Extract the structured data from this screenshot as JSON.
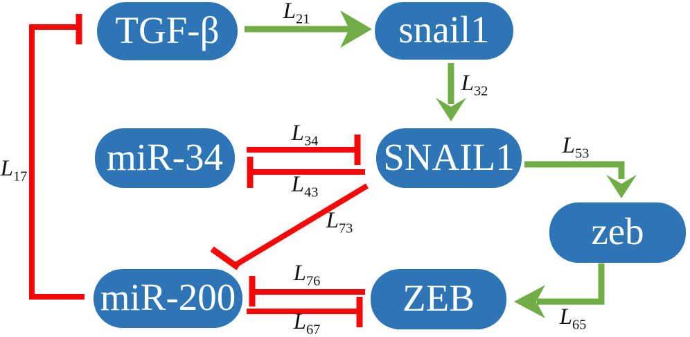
{
  "colors": {
    "background": "#FFFFFF",
    "node_fill": "#2E75B6",
    "node_text": "#FFFFFF",
    "activation": "#70AD47",
    "inhibition": "#F40808",
    "label_text": "#141414"
  },
  "nodes": [
    {
      "id": "TGF-b",
      "label": "TGF-β"
    },
    {
      "id": "snail1",
      "label": "snail1"
    },
    {
      "id": "SNAIL1",
      "label": "SNAIL1"
    },
    {
      "id": "miR-34",
      "label": "miR-34"
    },
    {
      "id": "zeb",
      "label": "zeb"
    },
    {
      "id": "miR-200",
      "label": "miR-200"
    },
    {
      "id": "ZEB",
      "label": "ZEB"
    }
  ],
  "edges": [
    {
      "id": "L21",
      "label_main": "L",
      "label_sub": "21",
      "type": "activation",
      "from": "TGF-β",
      "to": "snail1"
    },
    {
      "id": "L32",
      "label_main": "L",
      "label_sub": "32",
      "type": "activation",
      "from": "snail1",
      "to": "SNAIL1"
    },
    {
      "id": "L34",
      "label_main": "L",
      "label_sub": "34",
      "type": "inhibition",
      "from": "miR-34",
      "to": "SNAIL1"
    },
    {
      "id": "L43",
      "label_main": "L",
      "label_sub": "43",
      "type": "inhibition",
      "from": "SNAIL1",
      "to": "miR-34"
    },
    {
      "id": "L53",
      "label_main": "L",
      "label_sub": "53",
      "type": "activation",
      "from": "SNAIL1",
      "to": "zeb"
    },
    {
      "id": "L73",
      "label_main": "L",
      "label_sub": "73",
      "type": "inhibition",
      "from": "SNAIL1",
      "to": "miR-200"
    },
    {
      "id": "L65",
      "label_main": "L",
      "label_sub": "65",
      "type": "activation",
      "from": "zeb",
      "to": "ZEB"
    },
    {
      "id": "L76",
      "label_main": "L",
      "label_sub": "76",
      "type": "inhibition",
      "from": "ZEB",
      "to": "miR-200"
    },
    {
      "id": "L67",
      "label_main": "L",
      "label_sub": "67",
      "type": "inhibition",
      "from": "miR-200",
      "to": "ZEB"
    },
    {
      "id": "L17",
      "label_main": "L",
      "label_sub": "17",
      "type": "inhibition",
      "from": "miR-200",
      "to": "TGF-β"
    }
  ]
}
